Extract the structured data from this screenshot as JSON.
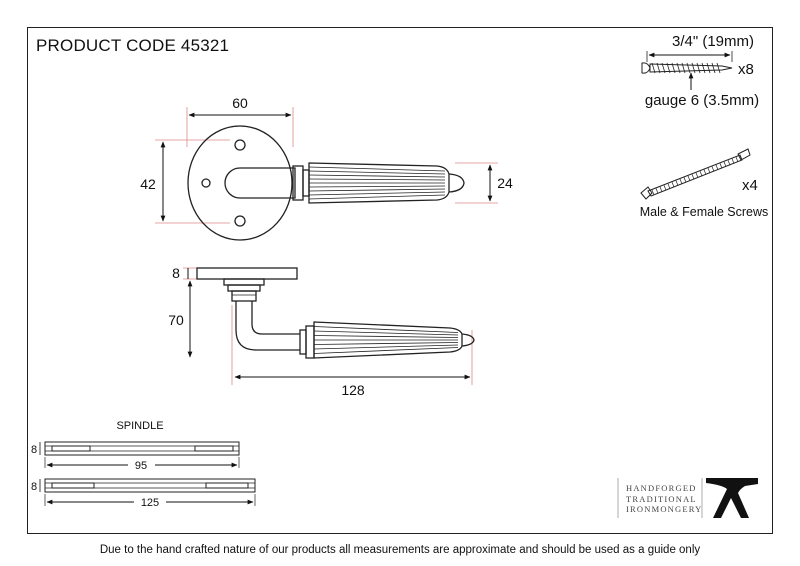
{
  "header": {
    "product_code": "PRODUCT CODE 45321"
  },
  "dimensions": {
    "rose_width": "60",
    "rose_height": "42",
    "lever_end": "24",
    "rose_depth": "8",
    "projection": "70",
    "lever_length": "128"
  },
  "screws": {
    "wood_length": "3/4\" (19mm)",
    "wood_qty": "x8",
    "wood_gauge": "gauge 6 (3.5mm)",
    "bolt_qty": "x4",
    "bolt_label": "Male & Female Screws"
  },
  "spindle": {
    "title": "SPINDLE",
    "short": {
      "size": "8",
      "length": "95"
    },
    "long": {
      "size": "8",
      "length": "125"
    }
  },
  "brand": {
    "line1": "HANDFORGED",
    "line2": "TRADITIONAL",
    "line3": "IRONMONGERY"
  },
  "footer": {
    "disclaimer": "Due to the hand crafted nature of our products all measurements are approximate and should be used as a guide only"
  }
}
